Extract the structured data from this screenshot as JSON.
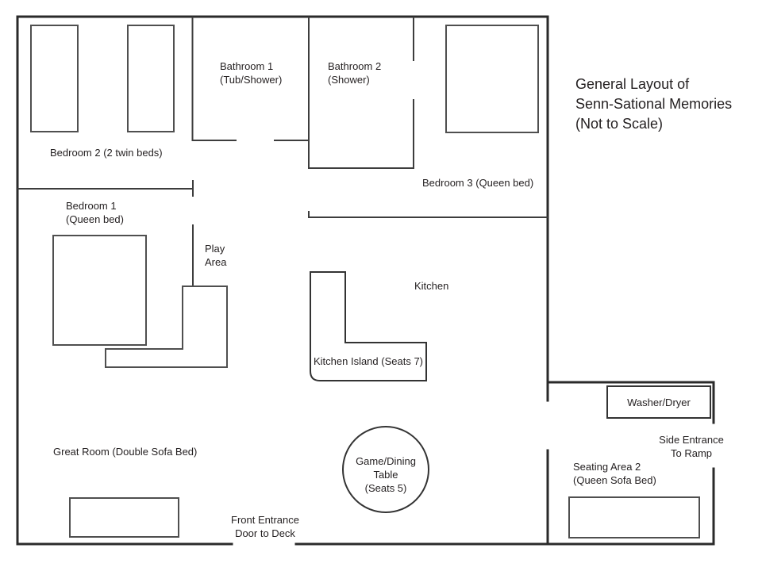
{
  "title": {
    "lines": [
      "General Layout of",
      "Senn-Sational Memories",
      "(Not to Scale)"
    ]
  },
  "rooms": {
    "bathroom1": {
      "lines": [
        "Bathroom 1",
        "(Tub/Shower)"
      ]
    },
    "bathroom2": {
      "lines": [
        "Bathroom 2",
        "(Shower)"
      ]
    },
    "bedroom2": {
      "lines": [
        "Bedroom 2 (2 twin beds)"
      ]
    },
    "bedroom3": {
      "lines": [
        "Bedroom 3 (Queen bed)"
      ]
    },
    "bedroom1": {
      "lines": [
        "Bedroom 1",
        "(Queen bed)"
      ]
    },
    "play_area": {
      "lines": [
        "Play",
        "Area"
      ]
    },
    "kitchen": {
      "lines": [
        "Kitchen"
      ]
    },
    "kitchen_island": {
      "lines": [
        "Kitchen Island (Seats 7)"
      ]
    },
    "great_room": {
      "lines": [
        "Great Room (Double Sofa Bed)"
      ]
    },
    "game_table": {
      "lines": [
        "Game/Dining",
        "Table",
        "(Seats 5)"
      ]
    },
    "front_entrance": {
      "lines": [
        "Front Entrance",
        "Door to Deck"
      ]
    },
    "washer_dryer": {
      "lines": [
        "Washer/Dryer"
      ]
    },
    "side_entrance": {
      "lines": [
        "Side Entrance",
        "To Ramp"
      ]
    },
    "seating_area2": {
      "lines": [
        "Seating Area 2",
        "(Queen Sofa Bed)"
      ]
    }
  },
  "colors": {
    "background": "#ffffff",
    "wall": "#2a2a2a",
    "inner_wall": "#3d3d3d",
    "furniture": "#4f4f4f",
    "fixture": "#333333",
    "text": "#231f20"
  }
}
